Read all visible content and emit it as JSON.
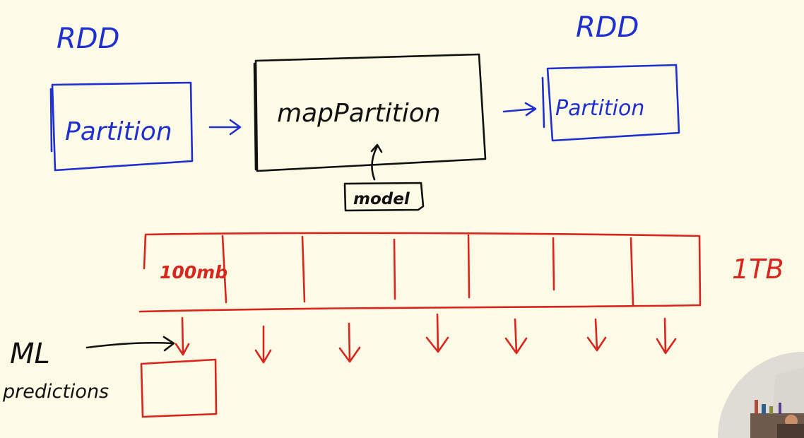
{
  "diagram": {
    "rdd_left_label": "RDD",
    "rdd_right_label": "RDD",
    "partition_left_label": "Partition",
    "map_partition_label": "mapPartition",
    "partition_right_label": "Partition",
    "model_label": "model",
    "first_cell_label": "100mb",
    "total_size_label": "1TB",
    "ml_label_line1": "ML",
    "ml_label_line2": "predictions",
    "partition_cell_count": 7
  },
  "colors": {
    "blue": "#1f2fd0",
    "black": "#111111",
    "red": "#d8261e",
    "paper": "#fdfbe6"
  }
}
